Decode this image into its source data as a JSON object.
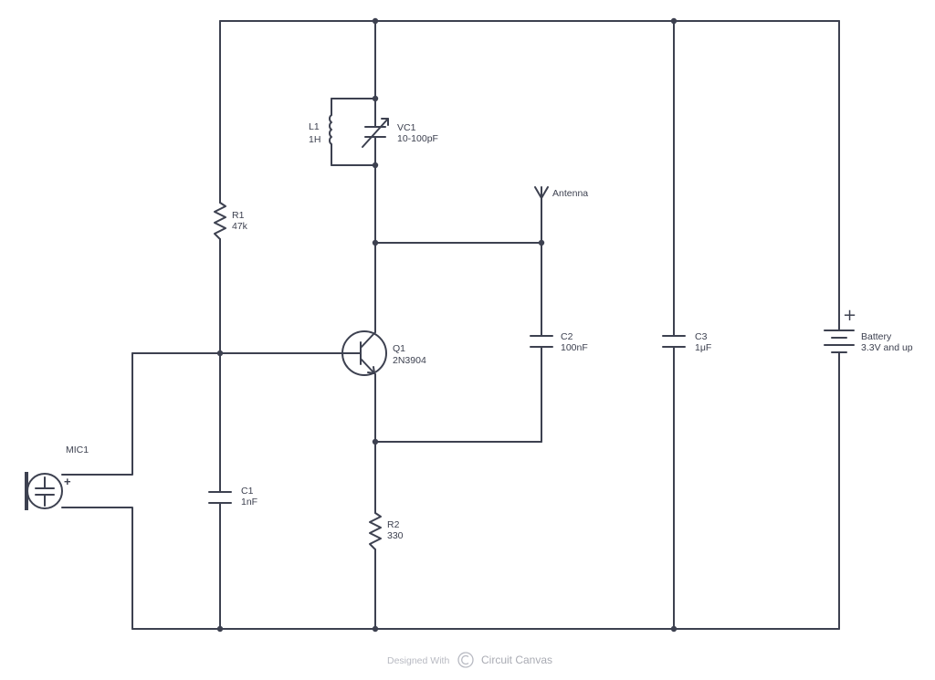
{
  "components": {
    "r1": {
      "ref": "R1",
      "value": "47k"
    },
    "r2": {
      "ref": "R2",
      "value": "330"
    },
    "l1": {
      "ref": "L1",
      "value": "1H"
    },
    "vc1": {
      "ref": "VC1",
      "value": "10-100pF"
    },
    "c1": {
      "ref": "C1",
      "value": "1nF"
    },
    "c2": {
      "ref": "C2",
      "value": "100nF"
    },
    "c3": {
      "ref": "C3",
      "value": "1μF"
    },
    "q1": {
      "ref": "Q1",
      "value": "2N3904"
    },
    "mic1": {
      "ref": "MIC1",
      "polarity": "+"
    },
    "antenna": {
      "label": "Antenna"
    },
    "battery": {
      "ref": "Battery",
      "value": "3.3V and up",
      "polarity": "+"
    }
  },
  "footer": {
    "prefix": "Designed With",
    "brand": "Circuit Canvas",
    "logo": "circuit-canvas-logo-icon"
  },
  "colors": {
    "wire": "#3d4150",
    "footer_text": "#b8bac2"
  }
}
